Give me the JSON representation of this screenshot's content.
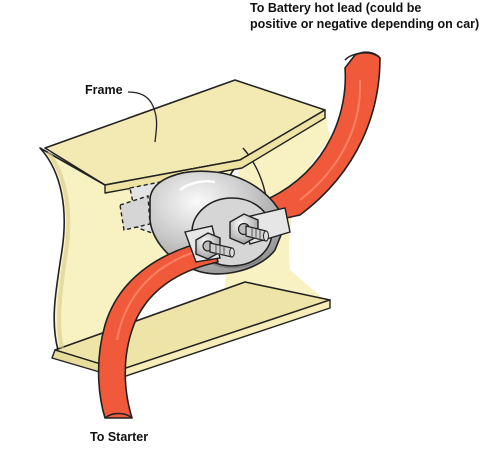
{
  "labels": {
    "battery_line1": "To Battery hot lead (could be",
    "battery_line2": "positive or negative depending on car)",
    "frame": "Frame",
    "starter": "To Starter"
  },
  "colors": {
    "frame_fill": "#f8f1c2",
    "frame_shade": "#ede2a4",
    "cable": "#f05a3a",
    "solenoid": "#c7c7c7",
    "outline": "#222222"
  },
  "icons": [
    "solenoid-body",
    "terminal-nut",
    "terminal-bolt"
  ]
}
